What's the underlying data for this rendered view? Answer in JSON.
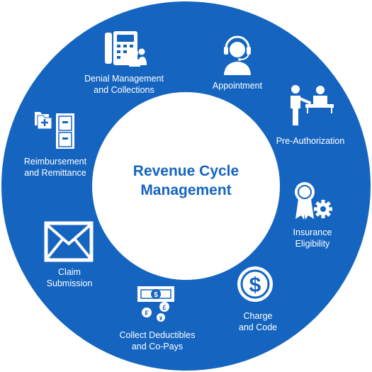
{
  "colors": {
    "ring": "#1565c0",
    "center_text": "#1565c0",
    "icon": "#ffffff",
    "hub": "#ffffff"
  },
  "center": {
    "title_line1": "Revenue Cycle",
    "title_line2": "Management"
  },
  "steps": [
    {
      "icon": "appointment-headset-icon",
      "line1": "Appointment",
      "line2": ""
    },
    {
      "icon": "pre-authorization-icon",
      "line1": "Pre-Authorization",
      "line2": ""
    },
    {
      "icon": "insurance-eligibility-icon",
      "line1": "Insurance",
      "line2": "Eligibility"
    },
    {
      "icon": "dollar-coin-icon",
      "line1": "Charge",
      "line2": "and Code"
    },
    {
      "icon": "money-coins-icon",
      "line1": "Collect Deductibles",
      "line2": "and Co-Pays"
    },
    {
      "icon": "envelope-icon",
      "line1": "Claim",
      "line2": "Submission"
    },
    {
      "icon": "file-cabinet-icon",
      "line1": "Reimbursement",
      "line2": "and Remittance"
    },
    {
      "icon": "phone-team-icon",
      "line1": "Denial Management",
      "line2": "and Collections"
    }
  ]
}
